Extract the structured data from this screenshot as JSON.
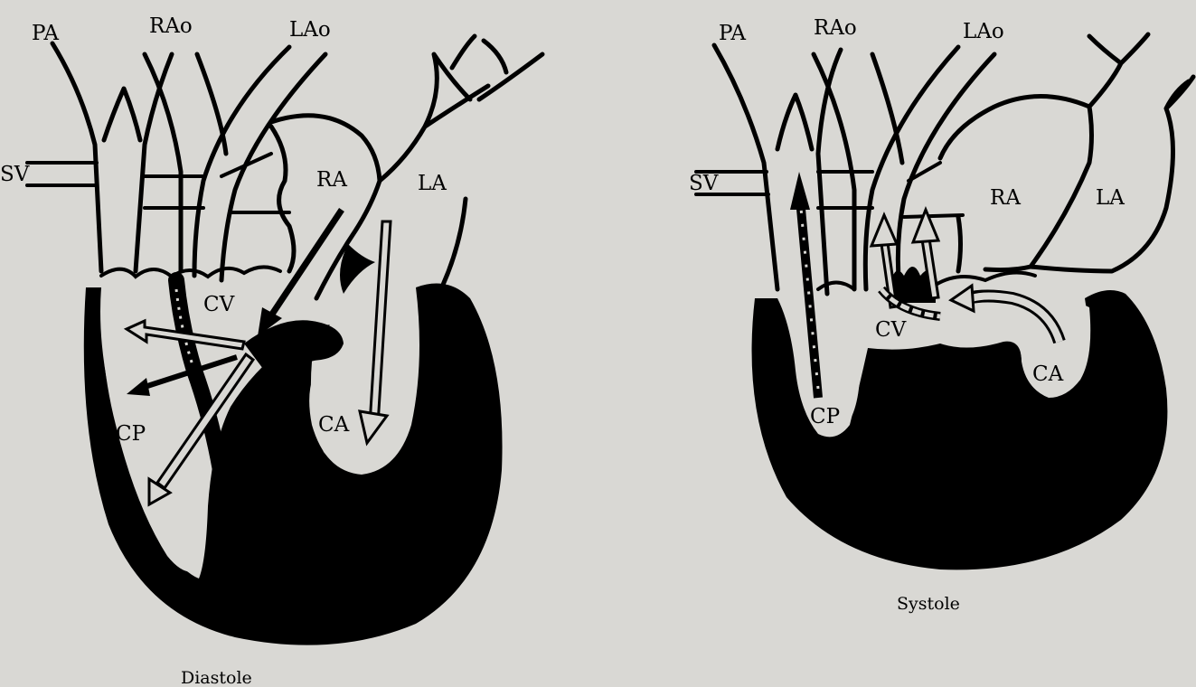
{
  "colors": {
    "background": "#d9d8d4",
    "ink": "#000000"
  },
  "diastole": {
    "caption": "Diastole",
    "labels": {
      "pa": "PA",
      "rao": "RAo",
      "lao": "LAo",
      "sv": "SV",
      "ra": "RA",
      "la": "LA",
      "cv": "CV",
      "cp": "CP",
      "ca": "CA"
    }
  },
  "systole": {
    "caption": "Systole",
    "labels": {
      "pa": "PA",
      "rao": "RAo",
      "lao": "LAo",
      "sv": "SV",
      "ra": "RA",
      "la": "LA",
      "cv": "CV",
      "cp": "CP",
      "ca": "CA"
    }
  }
}
